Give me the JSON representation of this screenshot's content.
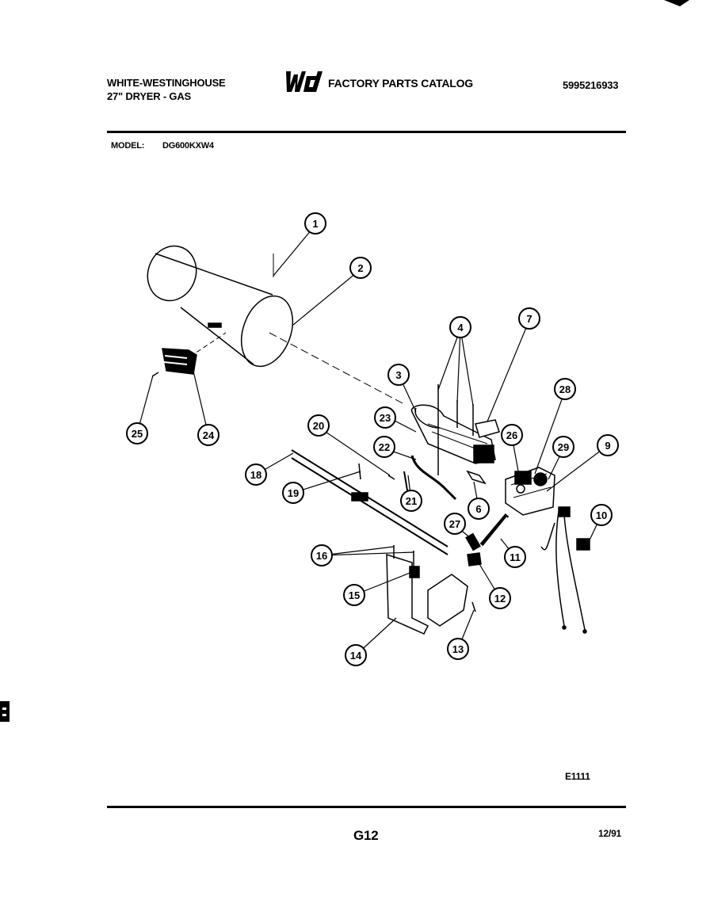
{
  "header": {
    "brand": "WHITE-WESTINGHOUSE",
    "product": "27\" DRYER - GAS",
    "logo": "WCI",
    "catalog_title": "FACTORY PARTS CATALOG",
    "part_number": "5995216933"
  },
  "model": {
    "label": "MODEL:",
    "value": "DG600KXW4"
  },
  "diagram": {
    "callouts": [
      "1",
      "2",
      "3",
      "4",
      "6",
      "7",
      "9",
      "10",
      "11",
      "12",
      "13",
      "14",
      "15",
      "16",
      "18",
      "19",
      "20",
      "21",
      "22",
      "23",
      "24",
      "25",
      "26",
      "27",
      "28",
      "29"
    ]
  },
  "footer": {
    "diagram_code": "E1111",
    "page": "G12",
    "date": "12/91"
  },
  "colors": {
    "ink": "#000000",
    "paper": "#ffffff"
  }
}
